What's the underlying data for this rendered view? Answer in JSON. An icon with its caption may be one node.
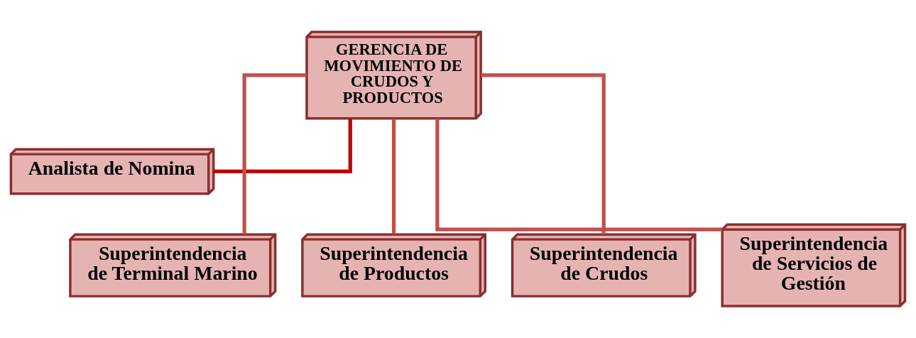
{
  "diagram": {
    "nodes": [
      {
        "text": [
          "GERENCIA DE MOVIMIENTO DE CRUDOS Y PRODUCTOS"
        ]
      },
      {
        "text": [
          "Analista de Nomina"
        ]
      },
      {
        "text": [
          "Superintendencia de Terminal Marino"
        ]
      },
      {
        "text": [
          "Superintendencia de Productos"
        ]
      },
      {
        "text": [
          "Superintendencia de Crudos"
        ]
      },
      {
        "text": [
          "Superintendencia de Servicios de Gestión"
        ]
      }
    ],
    "edges": [
      {
        "from": 0,
        "to": 1,
        "arrow": "none",
        "color": "#c00000"
      },
      {
        "from": 0,
        "to": 2,
        "arrow": "none"
      },
      {
        "from": 0,
        "to": 3,
        "arrow": "none"
      },
      {
        "from": 0,
        "to": 4,
        "arrow": "none"
      },
      {
        "from": 0,
        "to": 5,
        "arrow": "none"
      }
    ]
  }
}
